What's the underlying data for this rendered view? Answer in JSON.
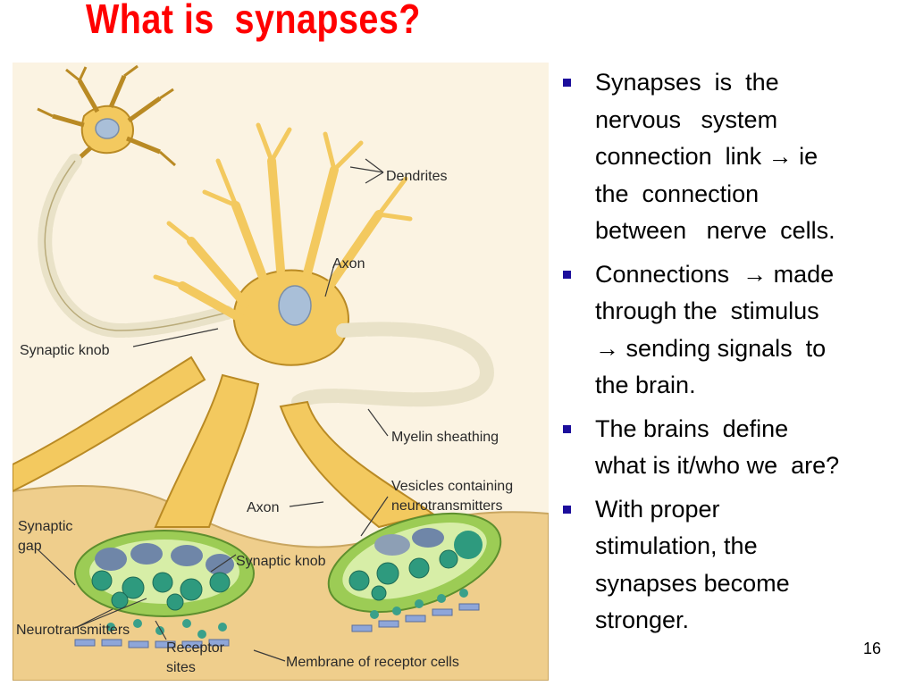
{
  "title": "What is  synapses?",
  "bullets": [
    {
      "lines": [
        "Synapses  is  the",
        "nervous   system",
        "connection  link → ie",
        "the  connection",
        "between   nerve  cells."
      ]
    },
    {
      "lines": [
        "Connections  → made",
        "through the  stimulus",
        "→ sending signals  to",
        "the brain."
      ]
    },
    {
      "lines": [
        "The brains  define",
        "what is it/who we  are?"
      ]
    },
    {
      "lines": [
        "With proper",
        "stimulation, the",
        "synapses become",
        "stronger."
      ]
    }
  ],
  "figure": {
    "labels": {
      "dendrites": "Dendrites",
      "axon_top": "Axon",
      "synaptic_knob_left": "Synaptic knob",
      "myelin": "Myelin sheathing",
      "vesicles_1": "Vesicles containing",
      "vesicles_2": "neurotransmitters",
      "axon_bottom": "Axon",
      "synaptic_gap_1": "Synaptic",
      "synaptic_gap_2": "gap",
      "synaptic_knob_bottom": "Synaptic knob",
      "neurotransmitters": "Neurotransmitters",
      "receptor_1": "Receptor",
      "receptor_2": "sites",
      "membrane": "Membrane of receptor cells"
    },
    "colors": {
      "neuron_fill": "#f3c95f",
      "neuron_stroke": "#b98a24",
      "background": "#fbf3e2",
      "membrane": "#efce8c",
      "knob_outer": "#9ccc55",
      "knob_inner": "#d7eea7",
      "vesicle": "#2e9a7e",
      "receptor": "#8ea6d9"
    }
  },
  "page_number": "16"
}
